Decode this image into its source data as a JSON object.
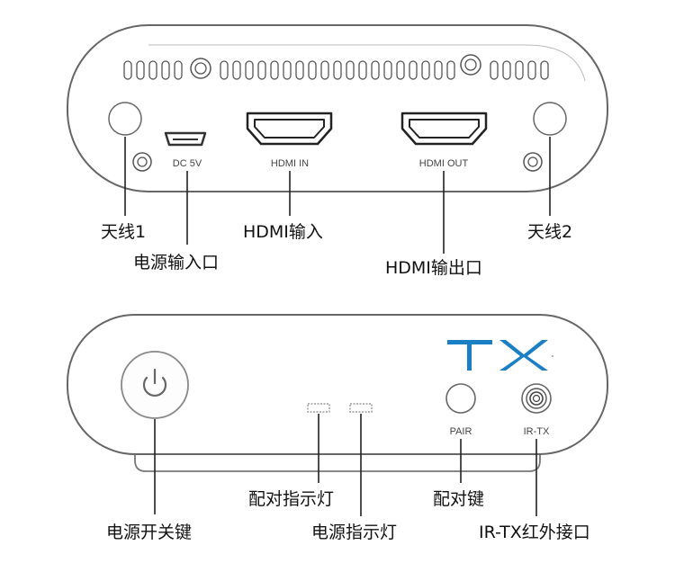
{
  "back_panel": {
    "port_labels": {
      "dc": "DC 5V",
      "hdmi_in": "HDMI IN",
      "hdmi_out": "HDMI OUT"
    },
    "callouts": {
      "antenna1": "天线1",
      "hdmi_input": "HDMI输入",
      "antenna2": "天线2",
      "power_input": "电源输入口",
      "hdmi_output": "HDMI输出口"
    }
  },
  "front_panel": {
    "logo": "TX",
    "logo_color": "#1a7fc4",
    "port_labels": {
      "pair": "PAIR",
      "ir_tx": "IR-TX"
    },
    "callouts": {
      "pair_indicator": "配对指示灯",
      "pair_button": "配对键",
      "power_switch": "电源开关键",
      "power_indicator": "电源指示灯",
      "ir_tx_port": "IR-TX红外接口"
    }
  }
}
